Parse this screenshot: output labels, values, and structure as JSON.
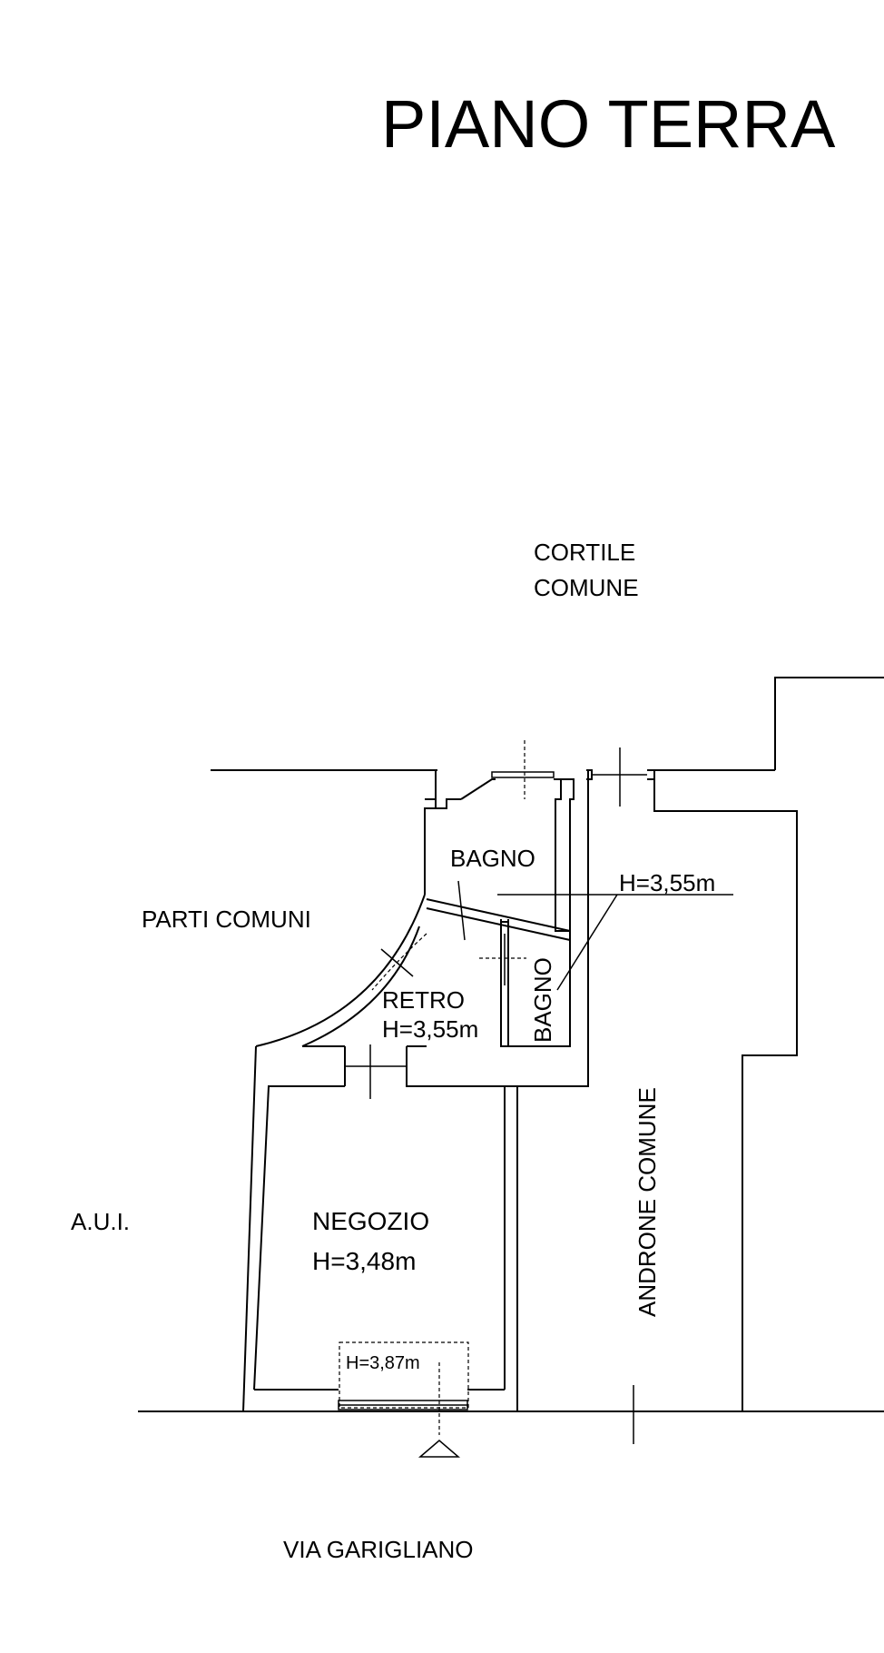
{
  "title": "PIANO TERRA",
  "labels": {
    "courtyard_line1": "CORTILE",
    "courtyard_line2": "COMUNE",
    "common_parts": "PARTI COMUNI",
    "aui": "A.U.I.",
    "bathroom_1": "BAGNO",
    "bathroom_1_height": "H=3,55m",
    "bathroom_2": "BAGNO",
    "back_room": "RETRO",
    "back_room_height": "H=3,55m",
    "shop": "NEGOZIO",
    "shop_height": "H=3,48m",
    "window_height": "H=3,87m",
    "hall": "ANDRONE COMUNE",
    "street": "VIA GARIGLIANO"
  }
}
